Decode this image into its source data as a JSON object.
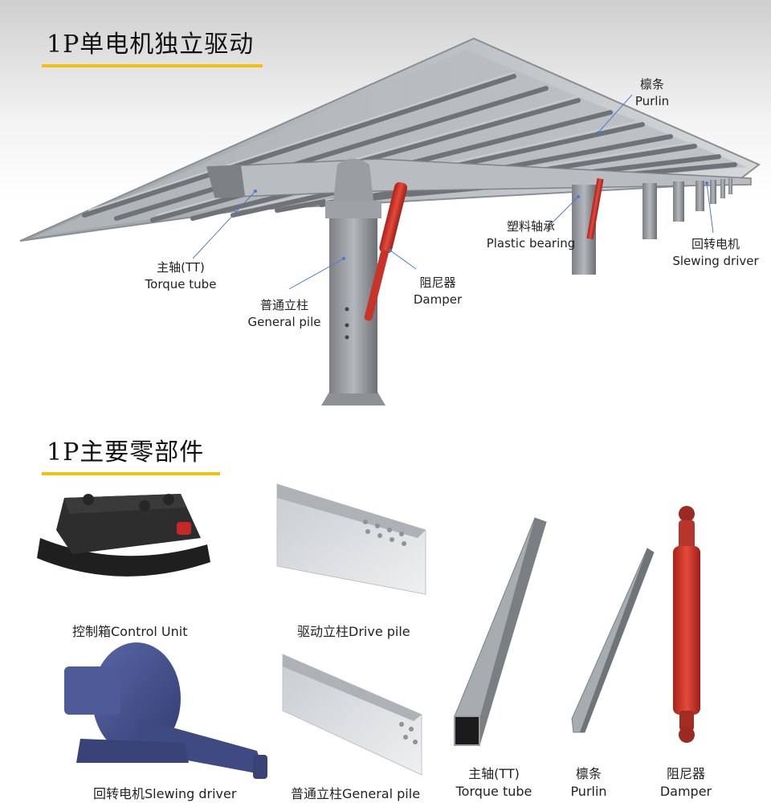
{
  "section1": {
    "title": "1P单电机独立驱动"
  },
  "section2": {
    "title": "1P主要零部件"
  },
  "callouts": {
    "purlin": {
      "cn": "檩条",
      "en": "Purlin"
    },
    "plastic_bearing": {
      "cn": "塑料轴承",
      "en": "Plastic bearing"
    },
    "slewing_driver": {
      "cn": "回转电机",
      "en": "Slewing driver"
    },
    "torque_tube": {
      "cn": "主轴(TT)",
      "en": "Torque tube"
    },
    "damper": {
      "cn": "阻尼器",
      "en": "Damper"
    },
    "general_pile": {
      "cn": "普通立柱",
      "en": "General pile"
    }
  },
  "parts": {
    "control_unit": "控制箱Control Unit",
    "drive_pile": "驱动立柱Drive pile",
    "slewing_driver": "回转电机Slewing driver",
    "general_pile": "普通立柱General pile",
    "torque_tube": {
      "cn": "主轴(TT)",
      "en": "Torque tube"
    },
    "purlin": {
      "cn": "檩条",
      "en": "Purlin"
    },
    "damper": {
      "cn": "阻尼器",
      "en": "Damper"
    }
  },
  "colors": {
    "accent": "#f0c20f",
    "damper_red": "#d8362c",
    "steel": "#a9adb2",
    "motor_blue": "#4a5590",
    "control_black": "#2a2a2a"
  }
}
